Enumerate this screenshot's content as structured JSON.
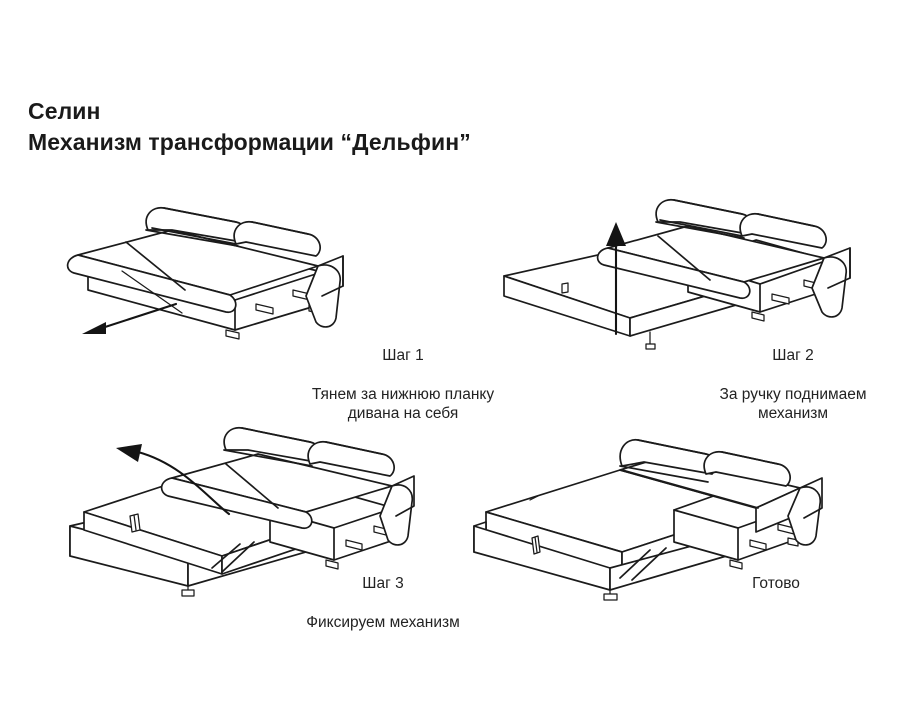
{
  "document": {
    "background_color": "#ffffff",
    "ink_color": "#1a1a1a",
    "title": {
      "line1": "Селин",
      "line2": "Механизм трансформации “Дельфин”"
    }
  },
  "steps": [
    {
      "id": "step-1",
      "heading": "Шаг 1",
      "body": "Тянем за нижнюю планку\nдивана на себя",
      "illustration": "sofa-closed",
      "arrow": "arrow-down-left",
      "arrow_name": "pull-arrow"
    },
    {
      "id": "step-2",
      "heading": "Шаг 2",
      "body": "За ручку поднимаем\nмеханизм",
      "illustration": "sofa-platform-pulled-out",
      "arrow": "arrow-up",
      "arrow_name": "lift-arrow"
    },
    {
      "id": "step-3",
      "heading": "Шаг 3",
      "body": "Фиксируем механизм",
      "illustration": "sofa-platform-raised",
      "arrow": "arrow-curved-left",
      "arrow_name": "fix-arrow"
    },
    {
      "id": "step-4",
      "heading": "Готово",
      "body": "",
      "illustration": "sofa-bed-open",
      "arrow": "none",
      "arrow_name": ""
    }
  ]
}
